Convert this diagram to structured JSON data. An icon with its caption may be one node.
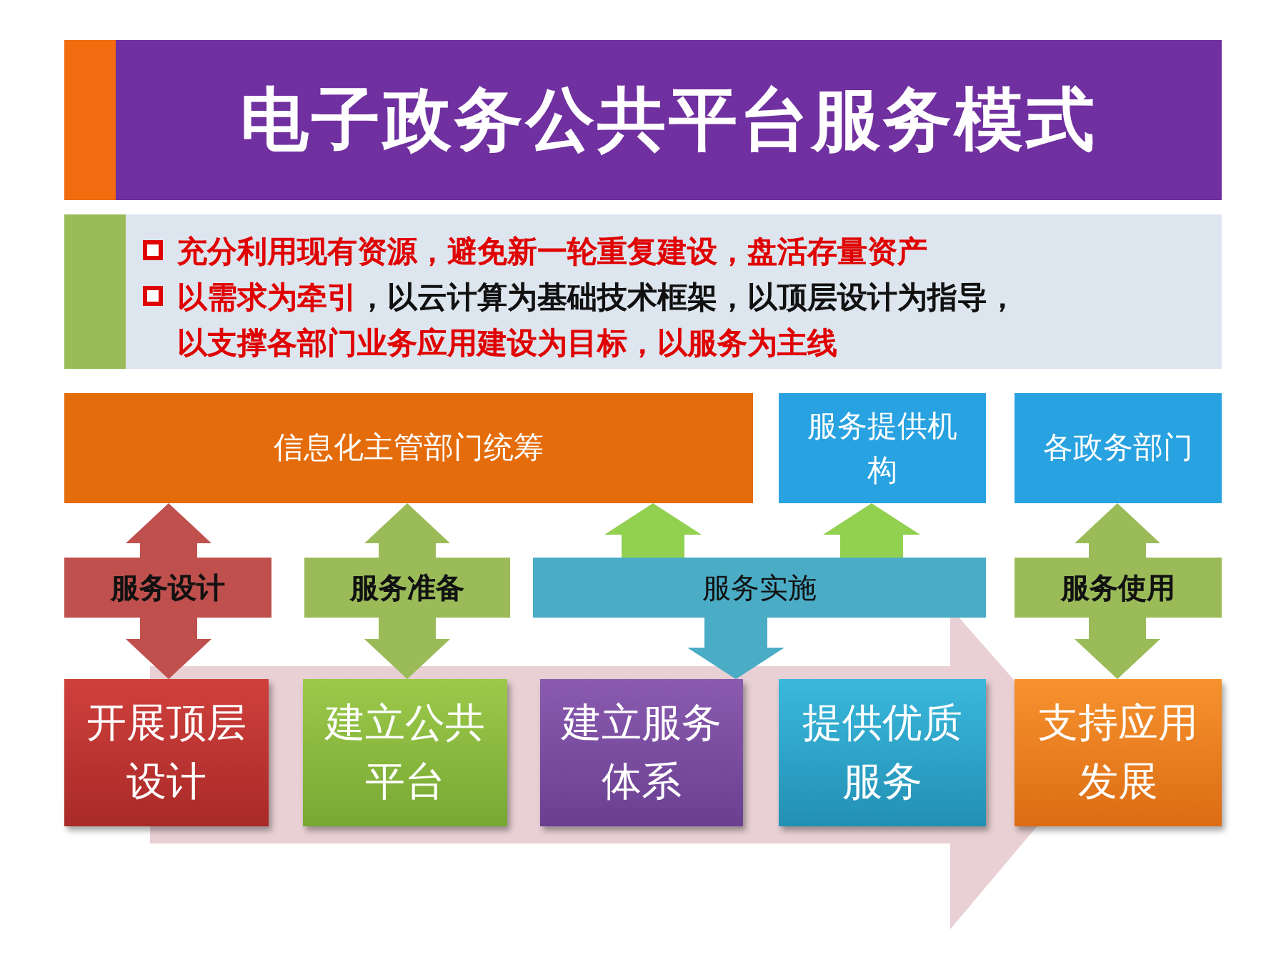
{
  "diagram": {
    "title": "电子政务公共平台服务模式",
    "nodes": [
      {
        "text": [
          "信息化主管部门统筹"
        ]
      },
      {
        "text": [
          "服务提供机构"
        ]
      },
      {
        "text": [
          "各政务部门"
        ]
      },
      {
        "text": [
          "服务设计"
        ]
      },
      {
        "text": [
          "服务准备"
        ]
      },
      {
        "text": [
          "服务实施"
        ]
      },
      {
        "text": [
          "服务使用"
        ]
      },
      {
        "text": [
          "开展顶层设计"
        ]
      },
      {
        "text": [
          "建立公共平台"
        ]
      },
      {
        "text": [
          "建立服务体系"
        ]
      },
      {
        "text": [
          "提供优质服务"
        ]
      },
      {
        "text": [
          "支持应用发展"
        ]
      }
    ],
    "edges": [
      {
        "from": 3,
        "to": 0,
        "arrow": "to",
        "color": "#c0504d"
      },
      {
        "from": 3,
        "to": 7,
        "arrow": "to",
        "color": "#c0504d"
      },
      {
        "from": 4,
        "to": 0,
        "arrow": "to"
      },
      {
        "from": 4,
        "to": 8,
        "arrow": "to"
      },
      {
        "from": 5,
        "to": 0,
        "arrow": "to",
        "color": "#92d050"
      },
      {
        "from": 5,
        "to": 1,
        "arrow": "to",
        "color": "#92d050"
      },
      {
        "from": 5,
        "to": 9,
        "arrow": "to",
        "color": "#4bacc6"
      },
      {
        "from": 6,
        "to": 2,
        "arrow": "to"
      },
      {
        "from": 6,
        "to": 11,
        "arrow": "to"
      }
    ],
    "labels": [
      "充分利用现有资源，避免新一轮重复建设，盘活存量资产",
      "以需求为牵引",
      "，以云计算为基础技术框架，以顶层设计为指导，",
      "以支撑各部门业务应用建设为目标，以服务为主线"
    ]
  }
}
